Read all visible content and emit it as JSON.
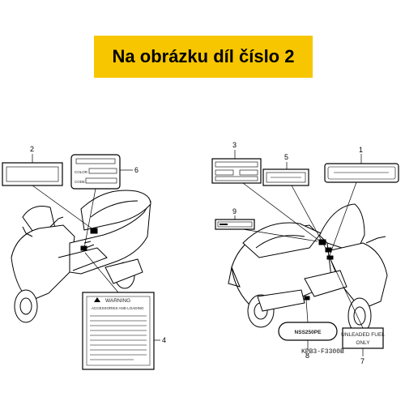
{
  "banner": {
    "text": "Na obrázku díl číslo 2"
  },
  "callouts": [
    {
      "id": "c1",
      "number": "1"
    },
    {
      "id": "c2",
      "number": "2"
    },
    {
      "id": "c3",
      "number": "3"
    },
    {
      "id": "c4",
      "number": "4"
    },
    {
      "id": "c5",
      "number": "5"
    },
    {
      "id": "c6",
      "number": "6"
    },
    {
      "id": "c7",
      "number": "7"
    },
    {
      "id": "c8",
      "number": "8"
    },
    {
      "id": "c9",
      "number": "9"
    }
  ],
  "labels": {
    "label6": {
      "line1": "COLOR",
      "line2": "CODE"
    },
    "label4": {
      "line1": "WARNING",
      "line2": "ACCESSORIES AND LOADING"
    },
    "label8": {
      "text": "NSS250PE"
    },
    "label7": {
      "line1": "UNLEADED FUEL",
      "line2": "ONLY"
    }
  },
  "diagram_code": "KPB3-F3300B"
}
